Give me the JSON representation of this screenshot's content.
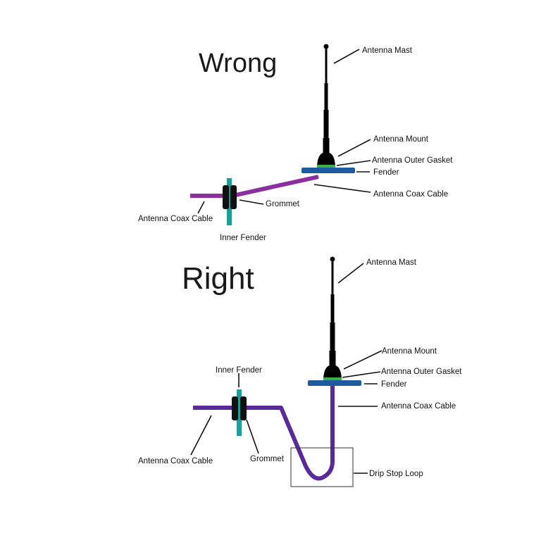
{
  "wrong": {
    "heading": "Wrong",
    "labels": {
      "antenna_mast": "Antenna Mast",
      "antenna_mount": "Antenna Mount",
      "antenna_outer_gasket": "Antenna Outer Gasket",
      "fender": "Fender",
      "antenna_coax_cable": "Antenna Coax Cable",
      "grommet": "Grommet",
      "antenna_coax_cable_left": "Antenna Coax Cable",
      "inner_fender": "Inner Fender"
    }
  },
  "right": {
    "heading": "Right",
    "labels": {
      "antenna_mast": "Antenna Mast",
      "antenna_mount": "Antenna Mount",
      "antenna_outer_gasket": "Antenna Outer Gasket",
      "fender": "Fender",
      "antenna_coax_cable": "Antenna Coax Cable",
      "inner_fender": "Inner Fender",
      "antenna_coax_cable_left": "Antenna Coax Cable",
      "grommet": "Grommet",
      "drip_stop_loop": "Drip Stop Loop"
    }
  },
  "colors": {
    "mast": "#000000",
    "fender": "#1e5aa0",
    "gasket": "#3fae49",
    "coax_wrong": "#8a2f9e",
    "coax_right": "#5a2a9a",
    "inner_fender": "#1f9e96",
    "grommet": "#111111"
  }
}
